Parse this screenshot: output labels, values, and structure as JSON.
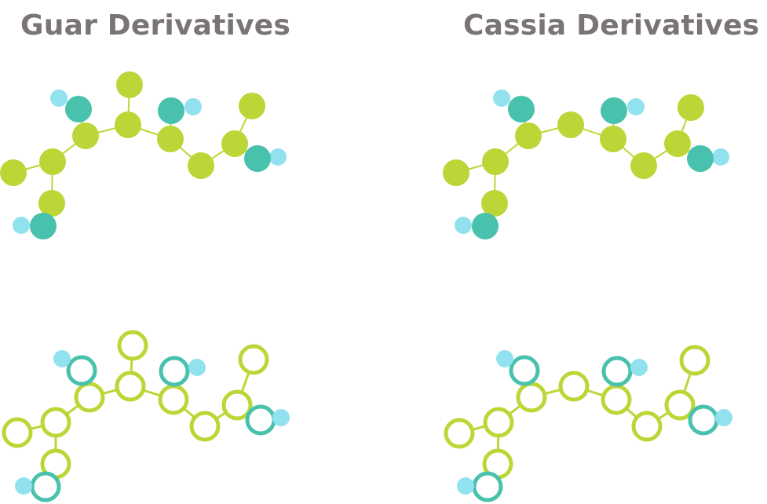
{
  "titles": {
    "guar": "Guar Derivatives",
    "cassia": "Cassia Derivatives"
  },
  "colors": {
    "text": "#7b7474",
    "lime": "#bcd637",
    "teal": "#48c1ad",
    "sky": "#92e1ef"
  },
  "diagram": {
    "panels": [
      "guar-filled",
      "cassia-filled",
      "guar-outline",
      "cassia-outline"
    ],
    "atom_types": [
      "carbon-lime",
      "oxygen-teal",
      "hydrogen-sky"
    ]
  }
}
